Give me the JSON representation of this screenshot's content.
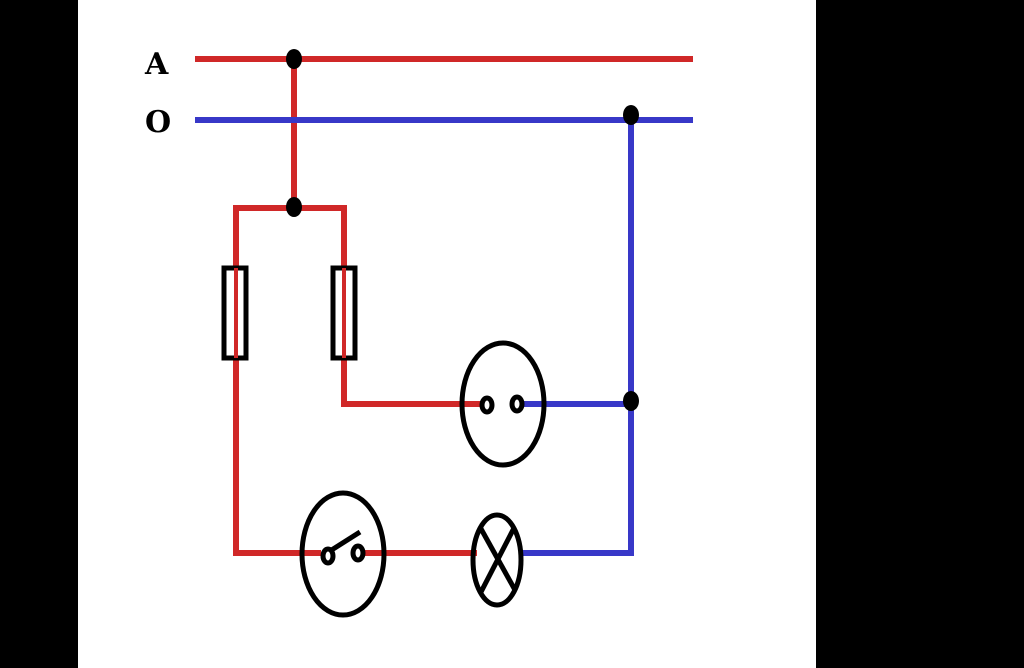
{
  "diagram": {
    "labels": {
      "live": "A",
      "neutral": "O"
    },
    "colors": {
      "background": "#ffffff",
      "frame": "#000000",
      "live_wire": "#d02828",
      "neutral_wire": "#3838c8",
      "component": "#000000"
    },
    "components": [
      {
        "name": "fuse-left",
        "kind": "fuse"
      },
      {
        "name": "fuse-right",
        "kind": "fuse"
      },
      {
        "name": "socket",
        "kind": "socket"
      },
      {
        "name": "switch",
        "kind": "switch"
      },
      {
        "name": "lamp",
        "kind": "lamp"
      }
    ]
  }
}
